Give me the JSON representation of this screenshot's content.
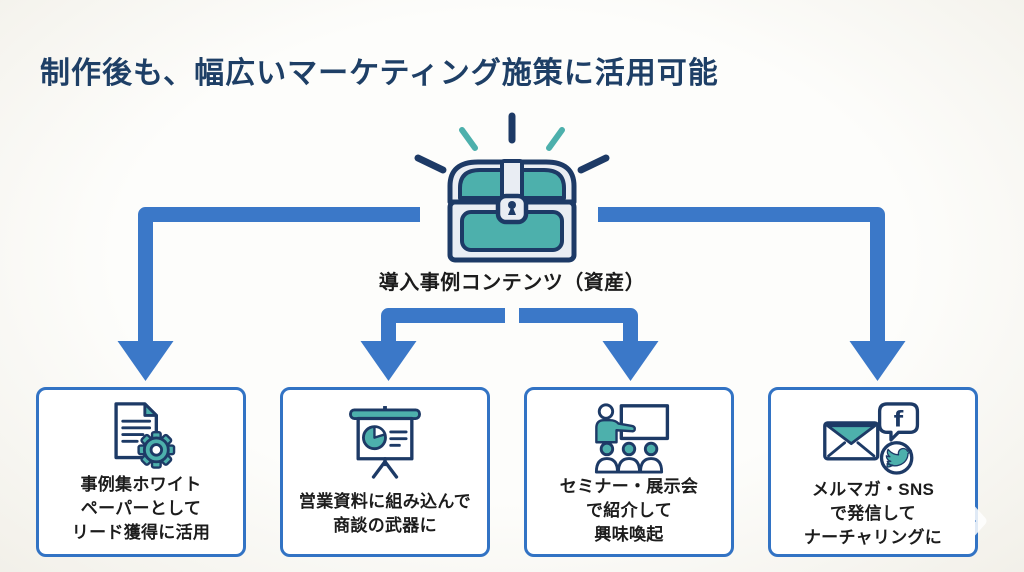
{
  "title": "制作後も、幅広いマーケティング施策に活用可能",
  "asset": {
    "label": "導入事例コンテンツ（資産）",
    "icon": "treasure-chest-icon"
  },
  "boxes": [
    {
      "icon": "whitepaper-gear-icon",
      "lines": [
        "事例集ホワイト",
        "ペーパーとして",
        "リード獲得に活用"
      ]
    },
    {
      "icon": "presentation-chart-icon",
      "lines": [
        "営業資料に組み込んで",
        "商談の武器に"
      ]
    },
    {
      "icon": "seminar-icon",
      "lines": [
        "セミナー・展示会",
        "で紹介して",
        "興味喚起"
      ]
    },
    {
      "icon": "email-sns-icon",
      "lines": [
        "メルマガ・SNS",
        "で発信して",
        "ナーチャリングに"
      ]
    }
  ],
  "colors": {
    "title": "#1e3f66",
    "arrow": "#3b78c8",
    "border": "#3273c4",
    "navy": "#1d3a66",
    "teal": "#4db0ac",
    "text": "#1c1c1c"
  }
}
